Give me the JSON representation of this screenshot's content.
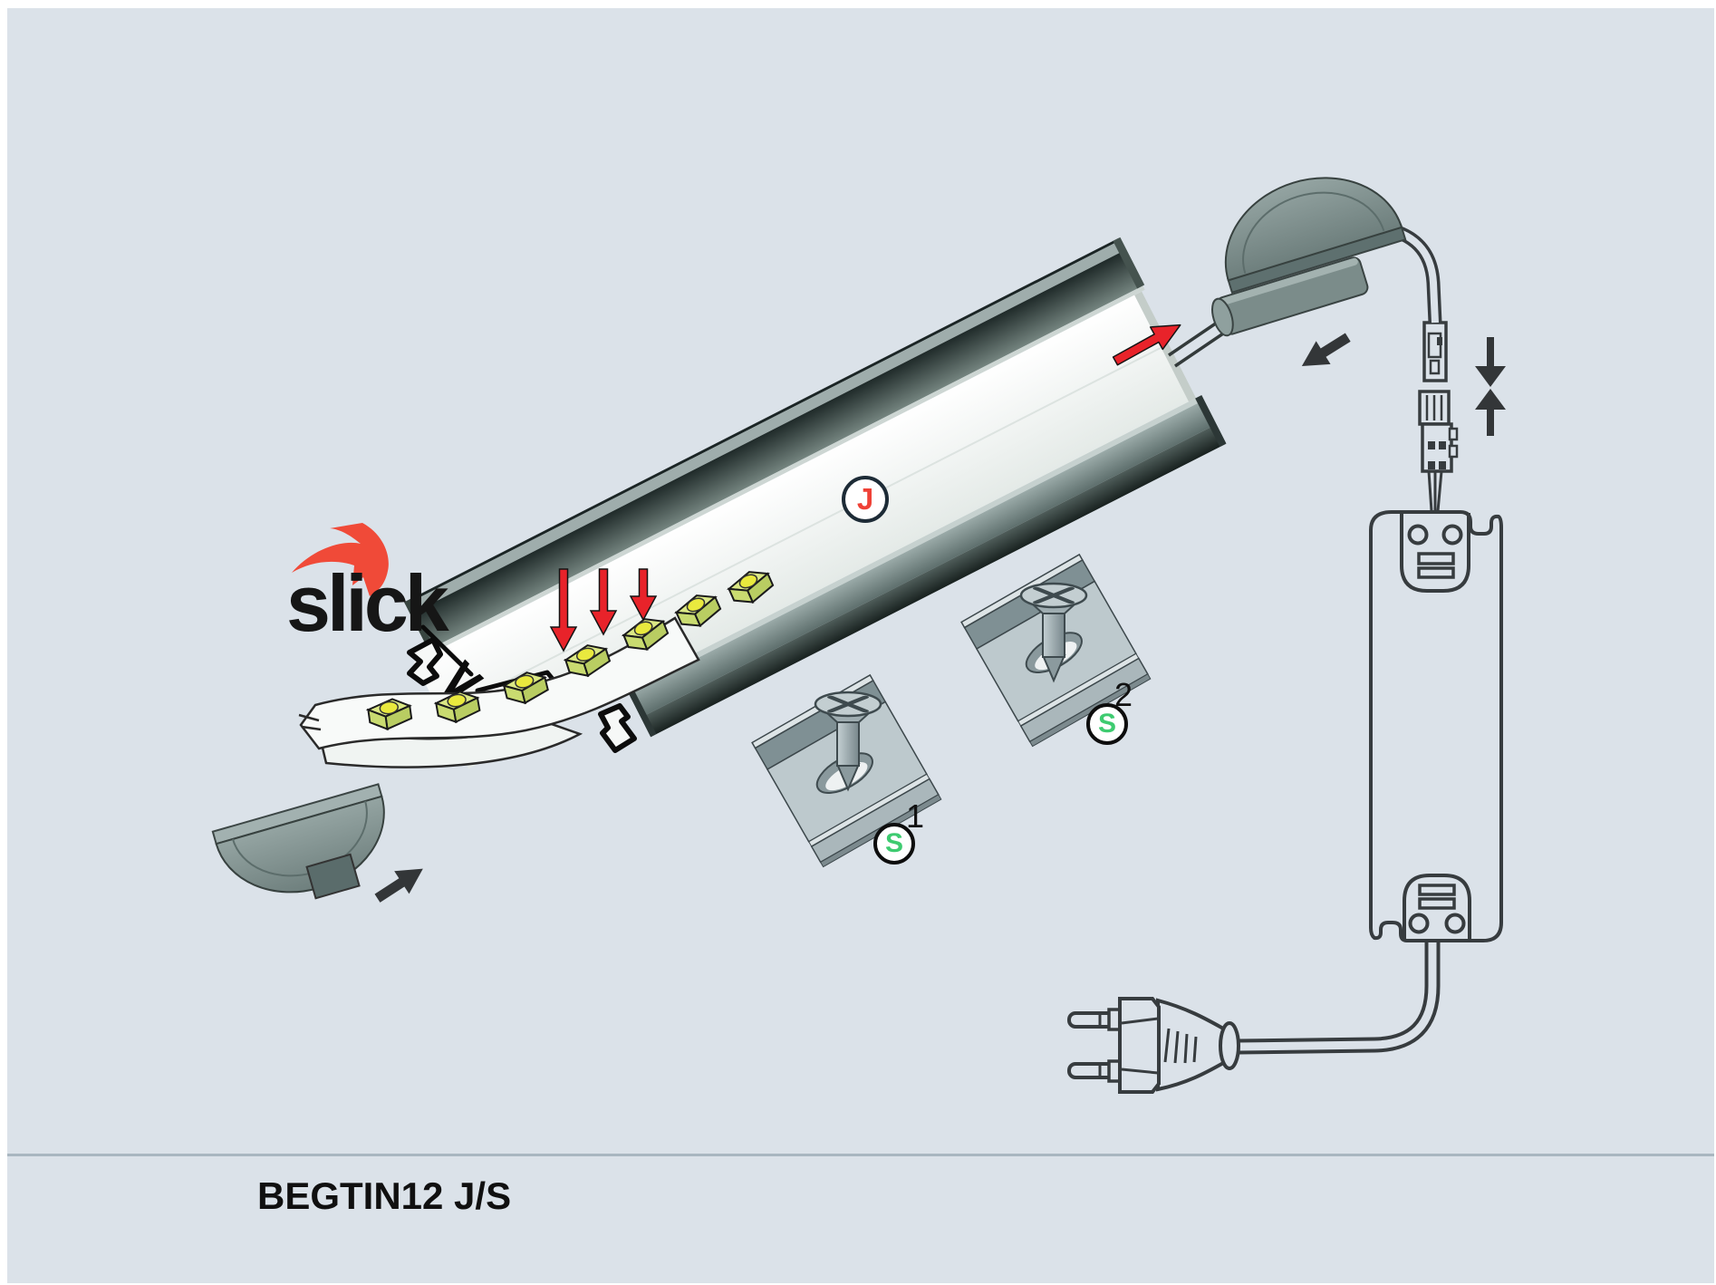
{
  "brand": {
    "logo_text": "slick",
    "logo_color": "#f04a38",
    "text_color": "#161616"
  },
  "footer": {
    "product_code": "BEGTIN12 J/S"
  },
  "callouts": {
    "profile": {
      "label": "J",
      "color": "#ef4136"
    },
    "bracket": {
      "label": "S",
      "color": "#3ecb70",
      "item1_sup": "1",
      "item2_sup": "2"
    }
  },
  "colors": {
    "page_background": "#ffffff",
    "panel_background": "#dbe2e9",
    "divider": "#a9b6c0",
    "arrow_red": "#e8232a",
    "outline_dark": "#373c3f",
    "profile_dark": "#33403f",
    "profile_light": "#9fadac",
    "end_cap": "#7e908e",
    "bracket_metal": "#bdc9cd",
    "led_chip_body": "#dbe885",
    "led_chip_dot": "#e9e93e"
  },
  "icons": {
    "scissors_icon": "✂",
    "press_down_arrow_icon": "↓",
    "slide_in_arrow_icon": "➔",
    "connect_plugs_arrows_icon": "⇅",
    "attach_cap_arrow_icon": "➔"
  }
}
